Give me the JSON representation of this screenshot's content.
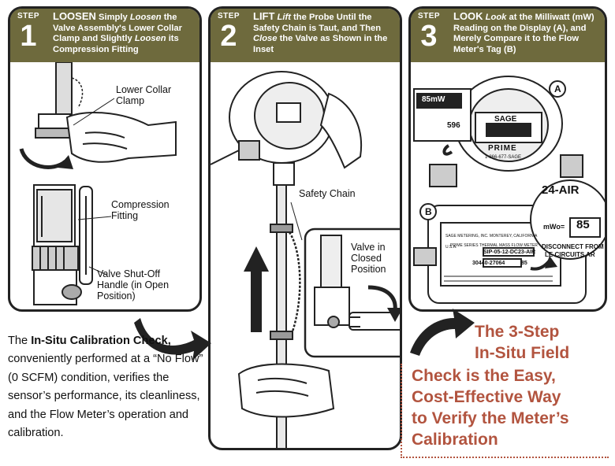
{
  "steps": [
    {
      "label": "STEP",
      "number": "1",
      "keyword": "LOOSEN",
      "text_parts": [
        "Simply ",
        "Loosen",
        " the Valve Assembly's Lower Collar Clamp and Slightly ",
        "Loosen",
        " its Compression Fitting"
      ],
      "callouts": [
        "Lower Collar Clamp",
        "Compression Fitting",
        "Valve Shut-Off Handle (in Open Position)"
      ]
    },
    {
      "label": "STEP",
      "number": "2",
      "keyword": "LIFT",
      "text_parts": [
        "Lift",
        " the Probe Until the Safety Chain is Taut, and Then ",
        "Close",
        " the Valve as Shown in the Inset"
      ],
      "callouts": [
        "Safety Chain",
        "Valve in Closed Position"
      ]
    },
    {
      "label": "STEP",
      "number": "3",
      "keyword": "LOOK",
      "text_parts": [
        "Look",
        " at the Milliwatt (mW) Reading on the Display (A), and Merely Compare it to the Flow Meter's Tag (B)"
      ],
      "callouts": [
        "A",
        "B"
      ]
    }
  ],
  "display": {
    "reading": "85mW",
    "secondary": "596",
    "brand": "SAGE",
    "model": "PRIME",
    "phone": "1-866-677-SAGE"
  },
  "tag": {
    "code": "24-AIR",
    "mw_label": "mWo=",
    "mw_value": "85",
    "warning": "DISCONNECT FROM",
    "warning2": "LE CIRCUITS AR",
    "maker": "SAGE METERING, INC. MONTEREY, CALIFORNIA U.S.A.",
    "series": "PRIME SERIES THERMAL MASS FLOW METER",
    "model_no": "SIP-05-12-DC23-AIR",
    "serial": "30440-27064",
    "small_value": "85"
  },
  "caption": {
    "part1": "The ",
    "bold": "In-Situ Calibration Check,",
    "part2": " conveniently performed at a “No Flow” (0 SCFM) condition, verifies the sensor’s performance, its cleanliness, and the Flow Meter’s operation and calibration."
  },
  "tagline": [
    "The 3-Step",
    "In-Situ Field",
    "Check is the Easy,",
    "Cost-Effective Way",
    "to Verify the Meter’s",
    "Calibration"
  ],
  "colors": {
    "header": "#6e6a3d",
    "tagline": "#b2543f",
    "ink": "#222222"
  }
}
